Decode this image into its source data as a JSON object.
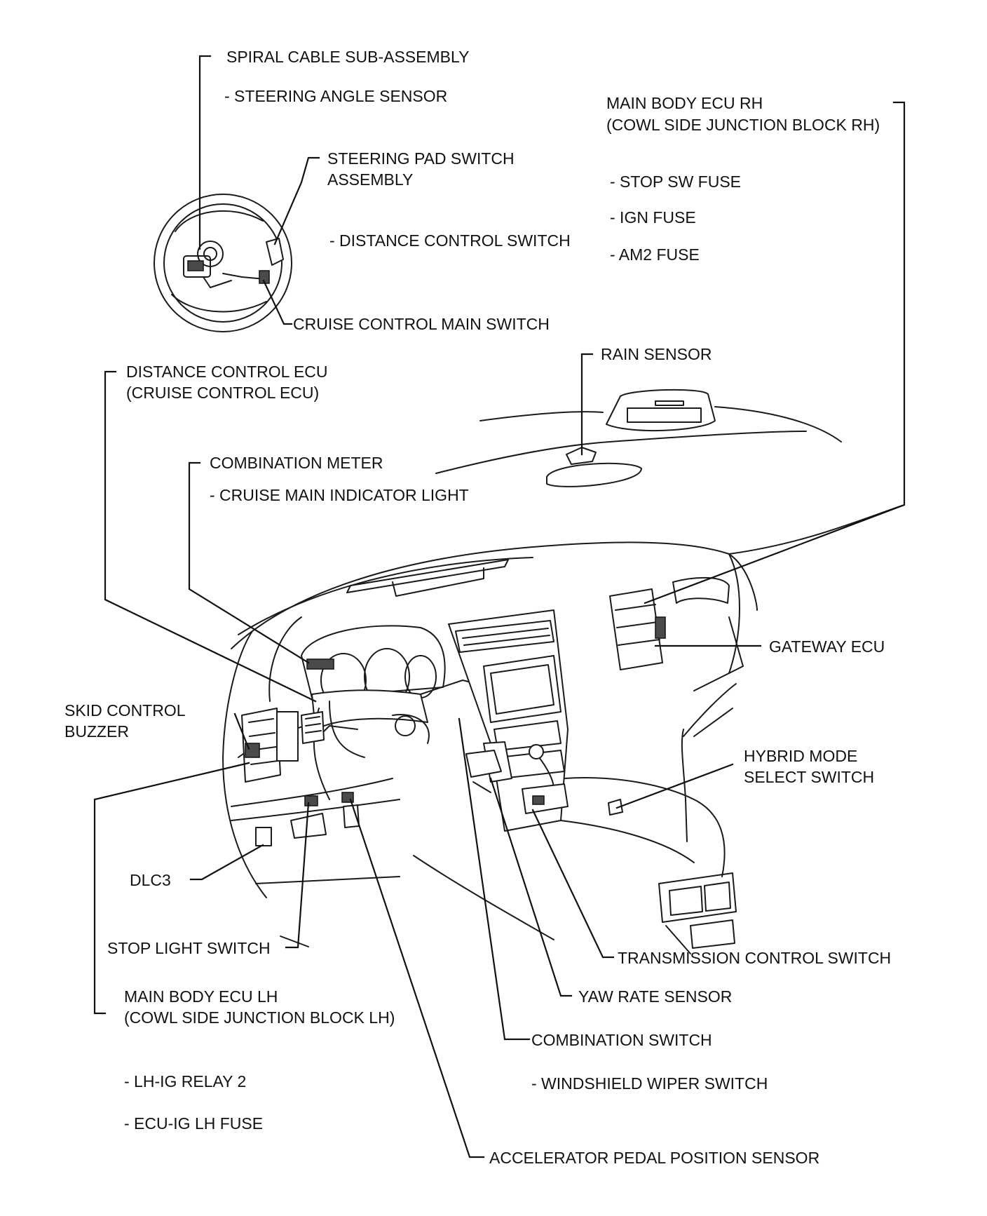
{
  "labels": {
    "spiral_cable": "SPIRAL CABLE SUB-ASSEMBLY",
    "steering_angle_sensor": "- STEERING ANGLE SENSOR",
    "steering_pad_switch_1": "STEERING PAD SWITCH",
    "steering_pad_switch_2": "ASSEMBLY",
    "distance_control_switch": "- DISTANCE CONTROL SWITCH",
    "cruise_main_switch": "CRUISE CONTROL MAIN SWITCH",
    "main_body_ecu_rh_1": "MAIN BODY ECU RH",
    "main_body_ecu_rh_2": "(COWL SIDE JUNCTION BLOCK RH)",
    "stop_sw_fuse": "- STOP SW FUSE",
    "ign_fuse": "- IGN FUSE",
    "am2_fuse": "- AM2 FUSE",
    "rain_sensor": "RAIN SENSOR",
    "distance_control_ecu_1": "DISTANCE CONTROL ECU",
    "distance_control_ecu_2": "(CRUISE CONTROL ECU)",
    "combination_meter": "COMBINATION METER",
    "cruise_main_indicator": "- CRUISE MAIN INDICATOR LIGHT",
    "gateway_ecu": "GATEWAY ECU",
    "skid_control_buzzer_1": "SKID CONTROL",
    "skid_control_buzzer_2": "BUZZER",
    "hybrid_mode_1": "HYBRID MODE",
    "hybrid_mode_2": "SELECT SWITCH",
    "dlc3": "DLC3",
    "stop_light_switch": "STOP LIGHT SWITCH",
    "transmission_control_switch": "TRANSMISSION CONTROL SWITCH",
    "yaw_rate_sensor": "YAW RATE SENSOR",
    "main_body_ecu_lh_1": "MAIN BODY ECU LH",
    "main_body_ecu_lh_2": "(COWL SIDE JUNCTION BLOCK LH)",
    "combination_switch": "COMBINATION SWITCH",
    "windshield_wiper_switch": "- WINDSHIELD WIPER SWITCH",
    "lh_ig_relay": "- LH-IG RELAY 2",
    "ecu_ig_lh_fuse": "- ECU-IG LH FUSE",
    "accelerator_pedal": "ACCELERATOR PEDAL POSITION SENSOR"
  }
}
